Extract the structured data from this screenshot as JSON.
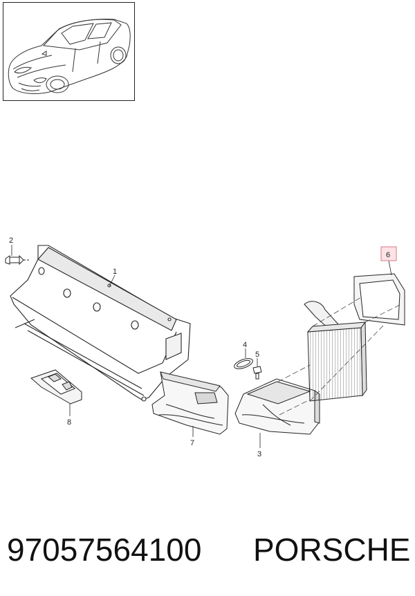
{
  "diagram": {
    "callouts": [
      {
        "label": "1",
        "highlighted": false
      },
      {
        "label": "2",
        "highlighted": false
      },
      {
        "label": "3",
        "highlighted": false
      },
      {
        "label": "4",
        "highlighted": false
      },
      {
        "label": "5",
        "highlighted": false
      },
      {
        "label": "6",
        "highlighted": true
      },
      {
        "label": "7",
        "highlighted": false
      },
      {
        "label": "8",
        "highlighted": false
      }
    ],
    "highlight_color": "#d77a86"
  },
  "footer": {
    "part_number": "97057564100",
    "brand": "PORSCHE"
  }
}
